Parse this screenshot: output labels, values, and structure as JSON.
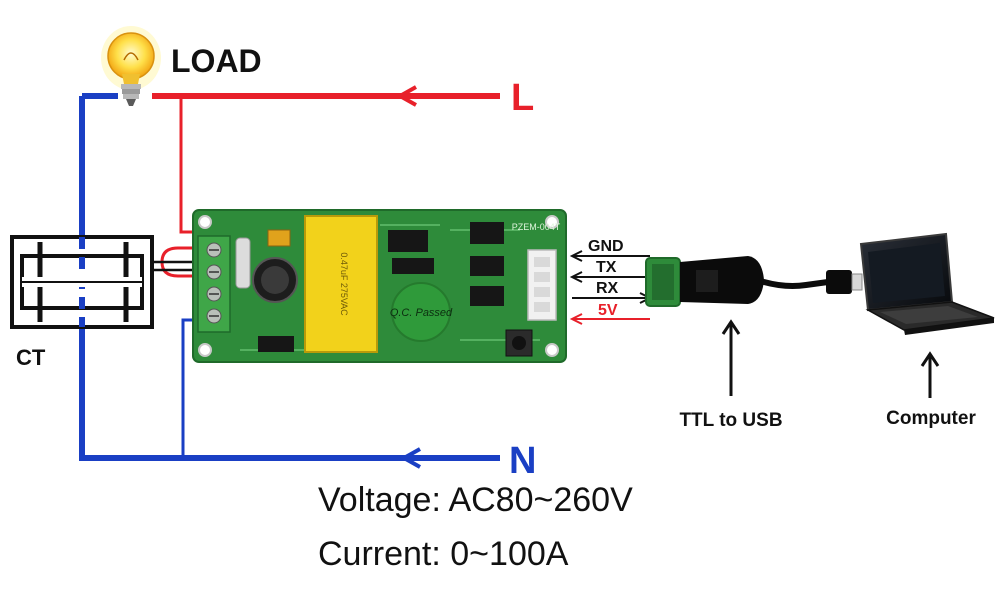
{
  "labels": {
    "load": "LOAD",
    "line": "L",
    "neutral": "N",
    "ct": "CT",
    "gnd": "GND",
    "tx": "TX",
    "rx": "RX",
    "v5": "5V",
    "ttl_usb": "TTL to USB",
    "computer": "Computer",
    "qc_badge": "Q.C. Passed",
    "board_id": "PZEM-004T",
    "cap_marking": "0.47uF 275VAC"
  },
  "specs": {
    "voltage": "Voltage: AC80~260V",
    "current": "Current: 0~100A"
  },
  "colors": {
    "live_wire": "#e8202a",
    "neutral_wire": "#1a3fc4",
    "signal_arrow": "#111111",
    "power_arrow": "#e8202a",
    "pcb": "#2e8b3a",
    "capacitor": "#f2d21b",
    "qc_badge": "#2f9a3a",
    "terminal_block": "#3fa648"
  },
  "icons": {
    "load": "light-bulb-icon",
    "adapter": "usb-adapter-icon",
    "computer": "laptop-icon",
    "ct": "current-transformer-icon"
  }
}
